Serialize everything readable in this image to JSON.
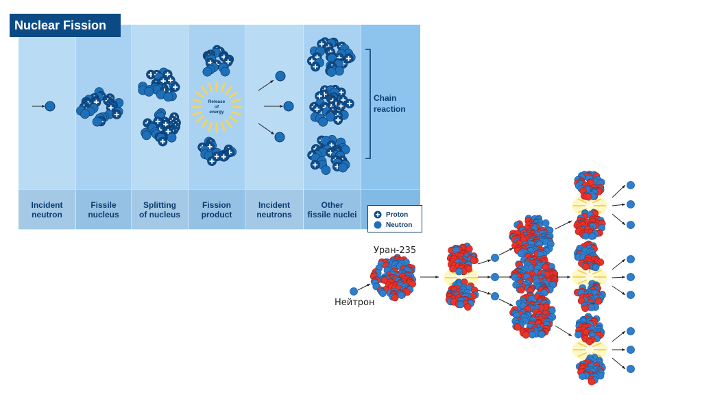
{
  "title": "Nuclear Fission",
  "columns": [
    {
      "label": "Incident\nneutron"
    },
    {
      "label": "Fissile\nnucleus"
    },
    {
      "label": "Splitting\nof nucleus"
    },
    {
      "label": "Fission\nproduct"
    },
    {
      "label": "Incident\nneutrons"
    },
    {
      "label": "Other\nfissile nuclei"
    }
  ],
  "release_label_lines": [
    "Release",
    "of",
    "energy"
  ],
  "chain_reaction_label": "Chain\nreaction",
  "legend": {
    "proton": "Proton",
    "neutron": "Neutron"
  },
  "chain_diagram": {
    "uranium_label": "Уран-235",
    "neutron_label": "Нейтрон"
  },
  "colors": {
    "title_bg": "#0c4a86",
    "panel_light": "#b9dbf4",
    "panel_mid": "#8cc4ee",
    "nucleus_dark": "#0e4c8a",
    "neutron_blue": "#1d6fb8",
    "proton_red": "#e8332a",
    "neutron_light_blue": "#2f7fcf",
    "energy_yellow": "#f4d35e"
  }
}
